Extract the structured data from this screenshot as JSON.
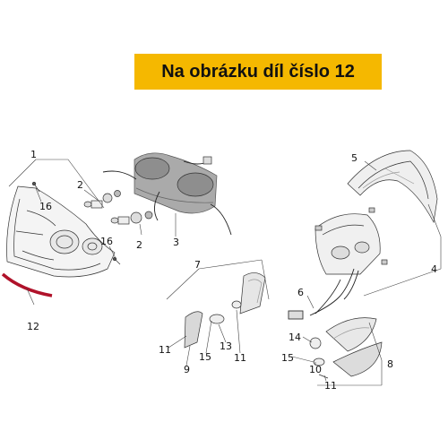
{
  "banner": {
    "text": "Na obrázku díl číslo 12",
    "color": "#f5b800"
  },
  "callouts": {
    "c1": "1",
    "c2a": "2",
    "c2b": "2",
    "c3": "3",
    "c4": "4",
    "c5": "5",
    "c6": "6",
    "c7": "7",
    "c8": "8",
    "c9": "9",
    "c10": "10",
    "c11a": "11",
    "c11b": "11",
    "c11c": "11",
    "c12": "12",
    "c13": "13",
    "c14": "14",
    "c15a": "15",
    "c15b": "15",
    "c16a": "16",
    "c16b": "16"
  },
  "highlight": {
    "part": "12",
    "color": "#b0122a"
  }
}
